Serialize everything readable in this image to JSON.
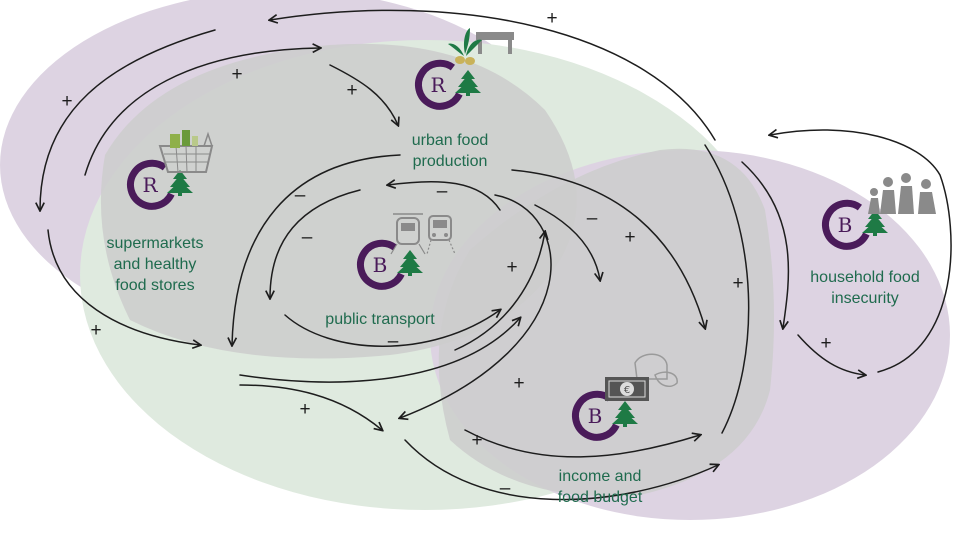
{
  "nodes": {
    "urban_food_production": {
      "line1": "urban food",
      "line2": "production",
      "loop_type": "R"
    },
    "supermarkets": {
      "line1": "supermarkets",
      "line2": "and healthy",
      "line3": "food stores",
      "loop_type": "R"
    },
    "public_transport": {
      "line1": "public transport",
      "loop_type": "B"
    },
    "household_food_insecurity": {
      "line1": "household food",
      "line2": "insecurity",
      "loop_type": "B"
    },
    "income_food_budget": {
      "line1": "income and",
      "line2": "food budget",
      "loop_type": "B"
    }
  },
  "polarity": {
    "plus": "+",
    "minus": "–"
  },
  "icons": {
    "urban_food_production": "plant-bench-icon",
    "supermarkets": "shopping-basket-icon",
    "public_transport": "train-bus-icon",
    "household_food_insecurity": "people-group-icon",
    "income_food_budget": "banknote-bread-icon"
  },
  "colors": {
    "label_green": "#1f6b4e",
    "loop_purple": "#4a1b5a",
    "tree_green": "#1e7a45",
    "region_purple": "#ddd3e2",
    "region_green": "#dfeadf",
    "region_overlap": "#cdcdcd"
  }
}
